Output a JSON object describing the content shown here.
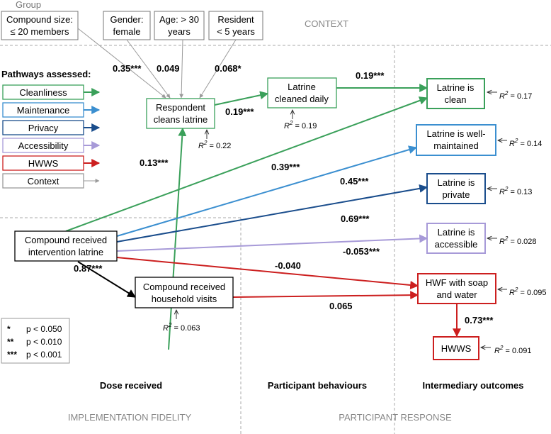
{
  "group_label": "Group",
  "context_boxes": {
    "compound_size": [
      "Compound size:",
      "≤ 20 members"
    ],
    "gender": [
      "Gender:",
      "female"
    ],
    "age": [
      "Age: > 30",
      "years"
    ],
    "resident": [
      "Resident",
      "< 5 years"
    ]
  },
  "section_labels": {
    "context": "CONTEXT",
    "implementation_fidelity": "IMPLEMENTATION FIDELITY",
    "participant_response": "PARTICIPANT RESPONSE",
    "dose_received": "Dose received",
    "participant_behaviours": "Participant behaviours",
    "intermediary_outcomes": "Intermediary outcomes"
  },
  "legend": {
    "title": "Pathways assessed:",
    "items": [
      {
        "label": "Cleanliness",
        "color": "#3aa05a"
      },
      {
        "label": "Maintenance",
        "color": "#3b8fd0"
      },
      {
        "label": "Privacy",
        "color": "#1a4d8c"
      },
      {
        "label": "Accessibility",
        "color": "#a79ad8"
      },
      {
        "label": "HWWS",
        "color": "#cc1f1f"
      },
      {
        "label": "Context",
        "color": "#9a9a9a"
      }
    ]
  },
  "nodes": {
    "respondent": [
      "Respondent",
      "cleans latrine"
    ],
    "latrine_daily": [
      "Latrine",
      "cleaned daily"
    ],
    "compound_latrine": [
      "Compound received",
      "intervention latrine"
    ],
    "compound_visits": [
      "Compound received",
      "household visits"
    ],
    "clean": [
      "Latrine is",
      "clean"
    ],
    "maintained": [
      "Latrine is well-",
      "maintained"
    ],
    "private": [
      "Latrine is",
      "private"
    ],
    "accessible": [
      "Latrine is",
      "accessible"
    ],
    "hwf": [
      "HWF with soap",
      "and water"
    ],
    "hwws": [
      "HWWS"
    ]
  },
  "r2": {
    "respondent": "= 0.22",
    "latrine_daily": "= 0.19",
    "visits": "= 0.063",
    "clean": "= 0.17",
    "maintained": "= 0.14",
    "private": "= 0.13",
    "accessible": "= 0.028",
    "hwf": "= 0.095",
    "hwws": "= 0.091"
  },
  "r2_symbol": "R",
  "r2_exp": "2",
  "coefficients": {
    "compound_size": "0.35***",
    "gender": "0.049",
    "resident": "0.068*",
    "respondent_daily": "0.19***",
    "daily_clean": "0.19***",
    "visits_respondent": "0.13***",
    "latrine_clean": "0.39***",
    "latrine_maintained": "0.45***",
    "latrine_private": "0.69***",
    "latrine_accessible": "-0.053***",
    "latrine_hwf": "-0.040",
    "latrine_visits": "0.87***",
    "visits_hwf": "0.065",
    "hwf_hwws": "0.73***"
  },
  "significance": [
    {
      "stars": "*",
      "label": "p < 0.050"
    },
    {
      "stars": "**",
      "label": "p < 0.010"
    },
    {
      "stars": "***",
      "label": "p < 0.001"
    }
  ]
}
